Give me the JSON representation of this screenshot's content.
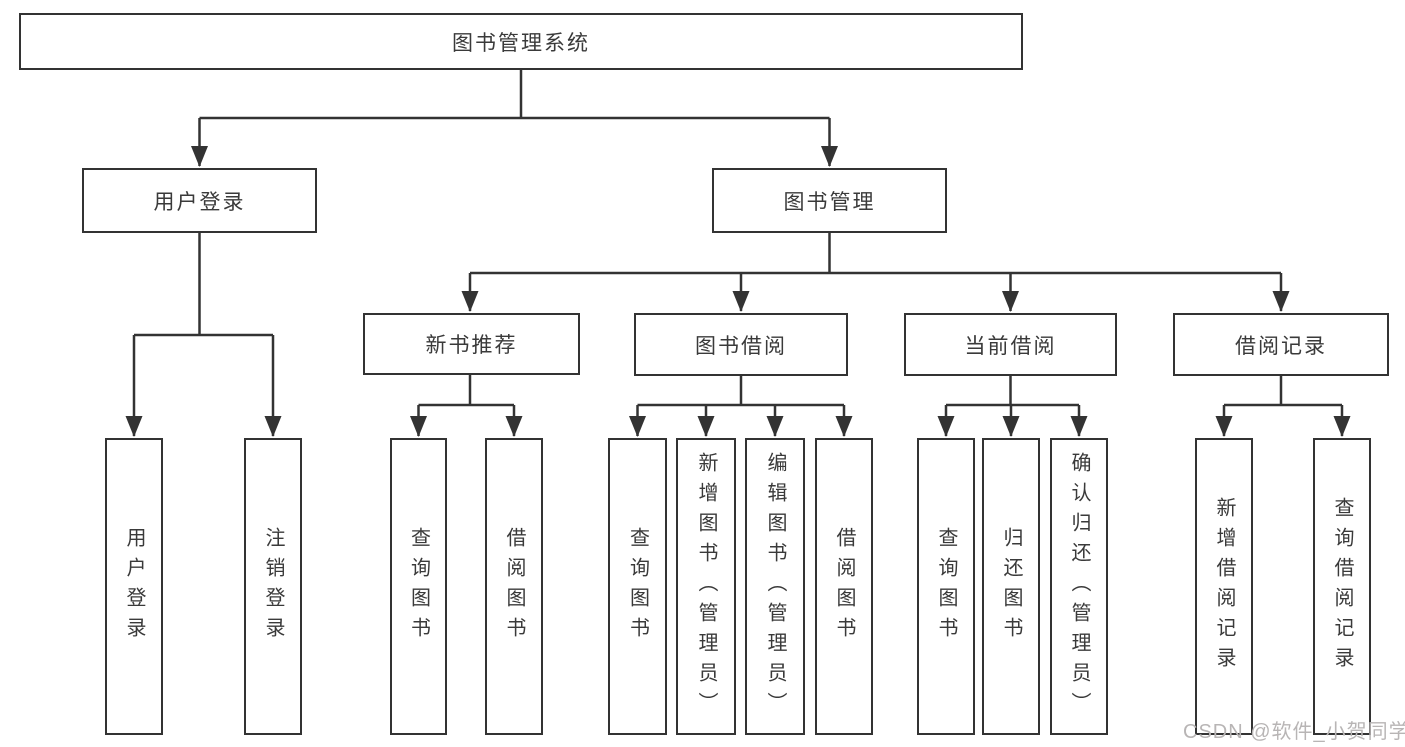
{
  "diagram": {
    "title_node": "图书管理系统",
    "nodes": {
      "root": {
        "label": "图书管理系统"
      },
      "user_login": {
        "label": "用户登录"
      },
      "book_mgmt": {
        "label": "图书管理"
      },
      "new_book_rec": {
        "label": "新书推荐"
      },
      "book_borrow": {
        "label": "图书借阅"
      },
      "current_borrow": {
        "label": "当前借阅"
      },
      "borrow_records": {
        "label": "借阅记录"
      },
      "login": {
        "label": "用户登录"
      },
      "logout": {
        "label": "注销登录"
      },
      "query_book_a": {
        "label": "查询图书"
      },
      "borrow_book_a": {
        "label": "借阅图书"
      },
      "query_book_b": {
        "label": "查询图书"
      },
      "add_book": {
        "label": "新增图书（管理员）"
      },
      "edit_book": {
        "label": "编辑图书（管理员）"
      },
      "borrow_book_b": {
        "label": "借阅图书"
      },
      "query_book_c": {
        "label": "查询图书"
      },
      "return_book": {
        "label": "归还图书"
      },
      "confirm_return": {
        "label": "确认归还（管理员）"
      },
      "add_record": {
        "label": "新增借阅记录"
      },
      "query_record": {
        "label": "查询借阅记录"
      }
    },
    "colors": {
      "line": "#333333",
      "box_border": "#333333",
      "box_background": "#ffffff",
      "text": "#3a3a3a",
      "page_background": "#ffffff",
      "watermark": "#b8b5b5"
    }
  },
  "watermark": {
    "text": "CSDN @软件_小贺同学"
  }
}
